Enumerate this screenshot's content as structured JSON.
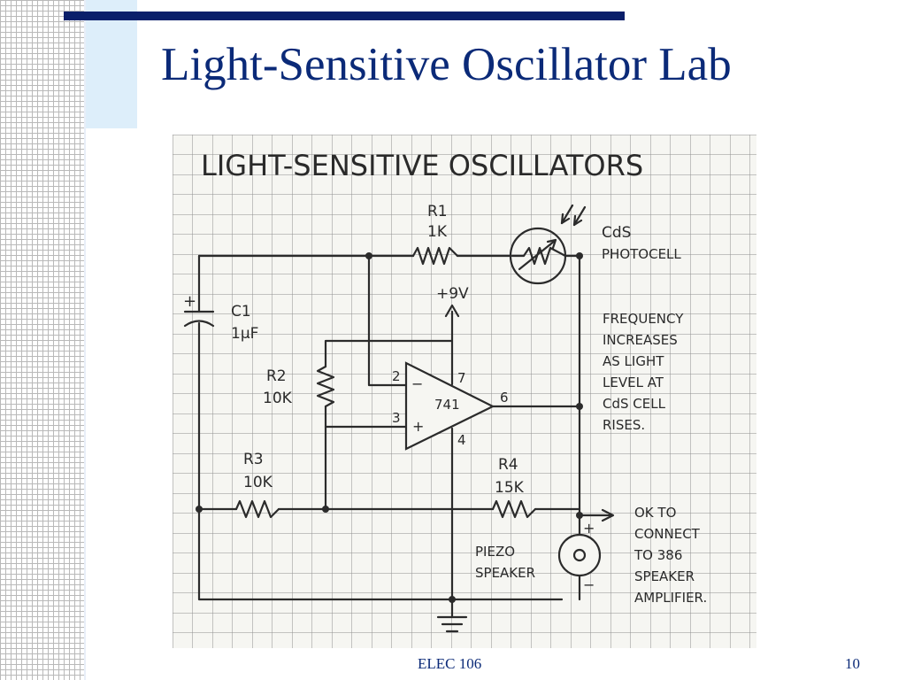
{
  "slide": {
    "title": "Light-Sensitive Oscillator Lab",
    "footer": "ELEC 106",
    "page_number": "10"
  },
  "diagram": {
    "heading": "LIGHT-SENSITIVE OSCILLATORS",
    "r1": {
      "name": "R1",
      "value": "1K"
    },
    "photocell": {
      "line1": "CdS",
      "line2": "PHOTOCELL"
    },
    "supply": "+9V",
    "c1": {
      "polarity": "+",
      "name": "C1",
      "value": "1µF"
    },
    "r2": {
      "name": "R2",
      "value": "10K"
    },
    "r3": {
      "name": "R3",
      "value": "10K"
    },
    "r4": {
      "name": "R4",
      "value": "15K"
    },
    "opamp": {
      "part": "741",
      "pin2": "2",
      "pin3": "3",
      "pin4": "4",
      "pin6": "6",
      "pin7": "7",
      "minus": "−",
      "plus": "+"
    },
    "note_lines": [
      "FREQUENCY",
      "INCREASES",
      "AS LIGHT",
      "LEVEL AT",
      "CdS CELL",
      "RISES."
    ],
    "output_lines": [
      "OK TO",
      "CONNECT",
      "TO 386",
      "SPEAKER",
      "AMPLIFIER."
    ],
    "speaker": {
      "line1": "PIEZO",
      "line2": "SPEAKER",
      "plus": "+",
      "minus": "−"
    }
  }
}
